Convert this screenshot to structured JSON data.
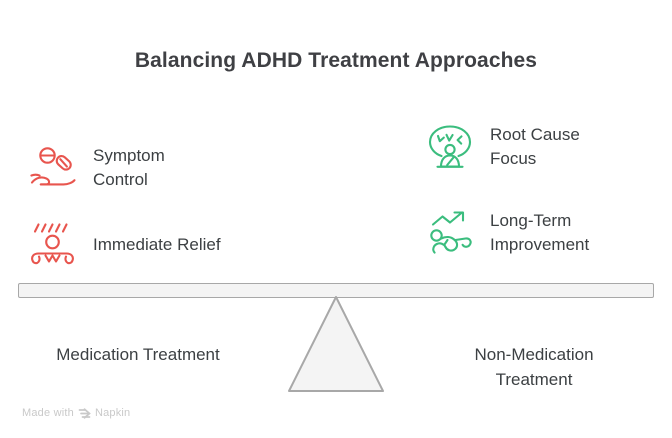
{
  "page": {
    "title": "Balancing ADHD Treatment Approaches",
    "background_color": "#ffffff"
  },
  "colors": {
    "title_text": "#3f4044",
    "body_text": "#3c4043",
    "left_accent": "#e8554e",
    "right_accent": "#3bbd7e",
    "beam_fill": "#f4f4f4",
    "beam_stroke": "#a8a8a8",
    "fulcrum_fill": "#f4f4f4",
    "fulcrum_stroke": "#a8a8a8",
    "watermark_text": "#c9c9c9"
  },
  "left_side": {
    "label": "Medication Treatment",
    "accent_color": "#e8554e",
    "features": [
      {
        "label": "Symptom\nControl",
        "icon": "hand-holding-pills-icon"
      },
      {
        "label": "Immediate Relief",
        "icon": "person-relief-rain-icon"
      }
    ]
  },
  "right_side": {
    "label": "Non-Medication\nTreatment",
    "accent_color": "#3bbd7e",
    "features": [
      {
        "label": "Root Cause\nFocus",
        "icon": "person-root-cause-thinking-icon"
      },
      {
        "label": "Long-Term\nImprovement",
        "icon": "running-person-trend-up-icon"
      }
    ]
  },
  "balance": {
    "beam_icon": "balance-beam",
    "fulcrum_icon": "fulcrum-triangle"
  },
  "watermark": {
    "prefix": "Made with",
    "brand": "Napkin",
    "logo_icon": "napkin-chevron-logo"
  }
}
